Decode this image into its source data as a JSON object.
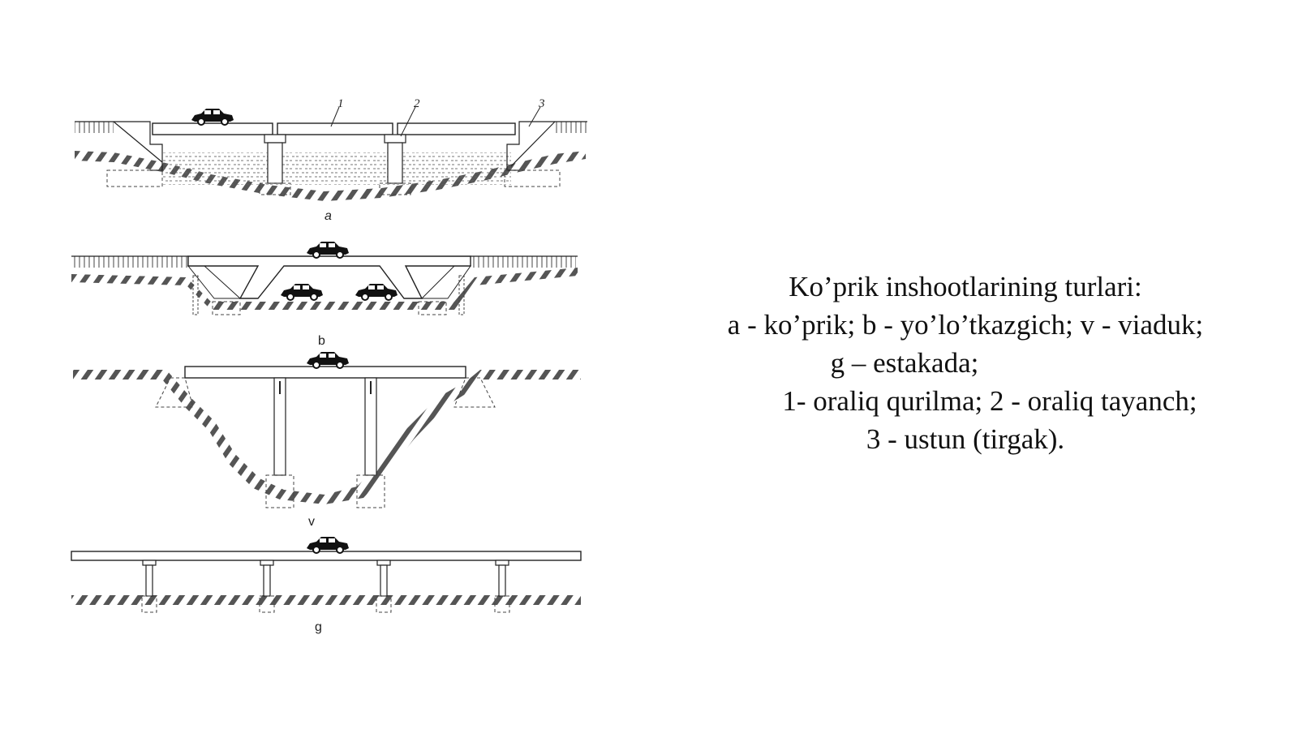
{
  "diagram": {
    "labels": {
      "a": "a",
      "b": "b",
      "v": "v",
      "g": "g"
    },
    "numbers": {
      "n1": "1",
      "n2": "2",
      "n3": "3"
    }
  },
  "caption": {
    "line1": "Ko’prik inshootlarining turlari:",
    "line2": "a - ko’prik; b - yo’lo’tkazgich; v - viaduk;",
    "line3": "g – estakada;",
    "line4": "1- oraliq qurilma; 2 - oraliq tayanch;",
    "line5": "3 - ustun (tirgak)."
  }
}
